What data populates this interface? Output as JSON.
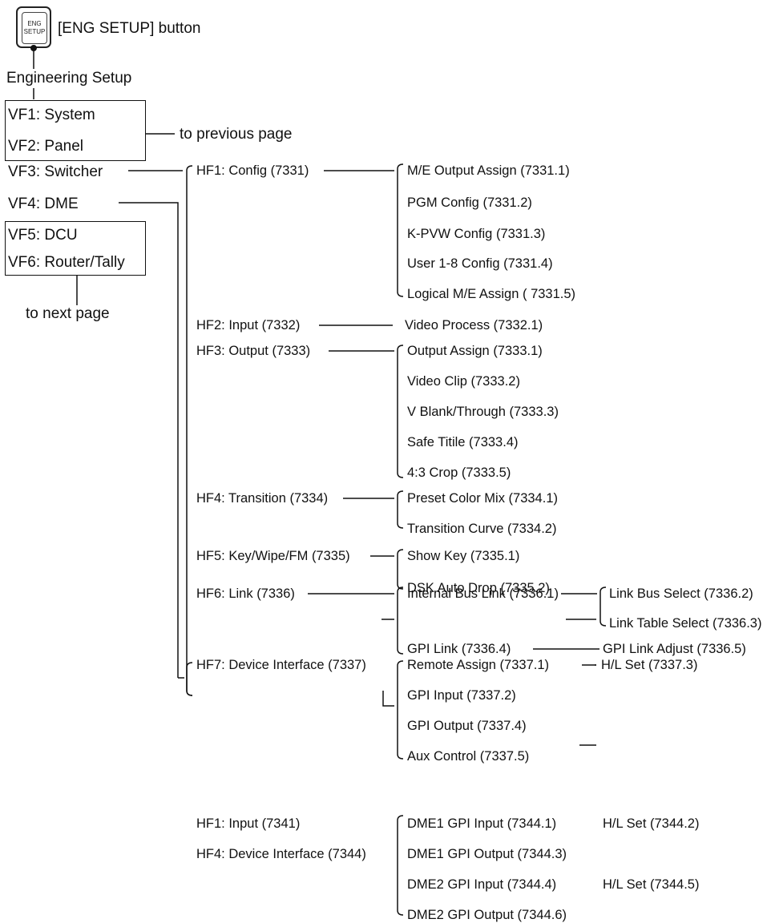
{
  "button": {
    "key_top": "ENG",
    "key_bottom": "SETUP",
    "caption": "[ENG SETUP] button"
  },
  "root": "Engineering Setup",
  "vf": {
    "vf1": "VF1: System",
    "vf2": "VF2: Panel",
    "vf3": "VF3: Switcher",
    "vf4": "VF4: DME",
    "vf5": "VF5: DCU",
    "vf6": "VF6: Router/Tally"
  },
  "notes": {
    "previous": "to previous page",
    "next": "to next page"
  },
  "switcher": {
    "hf1": "HF1: Config (7331)",
    "hf1_items": [
      "M/E Output Assign (7331.1)",
      "PGM Config (7331.2)",
      "K-PVW Config (7331.3)",
      "User 1-8 Config (7331.4)",
      "Logical M/E Assign ( 7331.5)"
    ],
    "hf2": "HF2: Input (7332)",
    "hf2_items": [
      "Video Process (7332.1)"
    ],
    "hf3": "HF3: Output (7333)",
    "hf3_items": [
      "Output Assign (7333.1)",
      "Video Clip (7333.2)",
      "V Blank/Through (7333.3)",
      "Safe Titile (7333.4)",
      "4:3 Crop (7333.5)"
    ],
    "hf4": "HF4: Transition (7334)",
    "hf4_items": [
      "Preset Color Mix (7334.1)",
      "Transition Curve (7334.2)"
    ],
    "hf5": "HF5: Key/Wipe/FM (7335)",
    "hf5_items": [
      "Show Key (7335.1)",
      "DSK Auto Drop (7335.2)"
    ],
    "hf6": "HF6: Link (7336)",
    "hf6_items": [
      "Internal Bus Link (7336.1)",
      "GPI Link (7336.4)"
    ],
    "hf6_sub1": [
      "Link Bus Select (7336.2)",
      "Link Table Select (7336.3)"
    ],
    "hf6_sub2": "GPI Link Adjust (7336.5)",
    "hf7": "HF7: Device Interface (7337)",
    "hf7_items": [
      "Remote Assign (7337.1)",
      "GPI Input (7337.2)",
      "GPI Output (7337.4)",
      "Aux Control (7337.5)"
    ],
    "hf7_sub": "H/L Set (7337.3)"
  },
  "dme": {
    "hf1": "HF1: Input (7341)",
    "hf4": "HF4: Device Interface (7344)",
    "hf4_items": [
      "DME1 GPI Input (7344.1)",
      "DME1 GPI Output (7344.3)",
      "DME2 GPI Input (7344.4)",
      "DME2 GPI Output (7344.6)"
    ],
    "hf4_sub1": "H/L Set (7344.2)",
    "hf4_sub2": "H/L Set (7344.5)"
  }
}
